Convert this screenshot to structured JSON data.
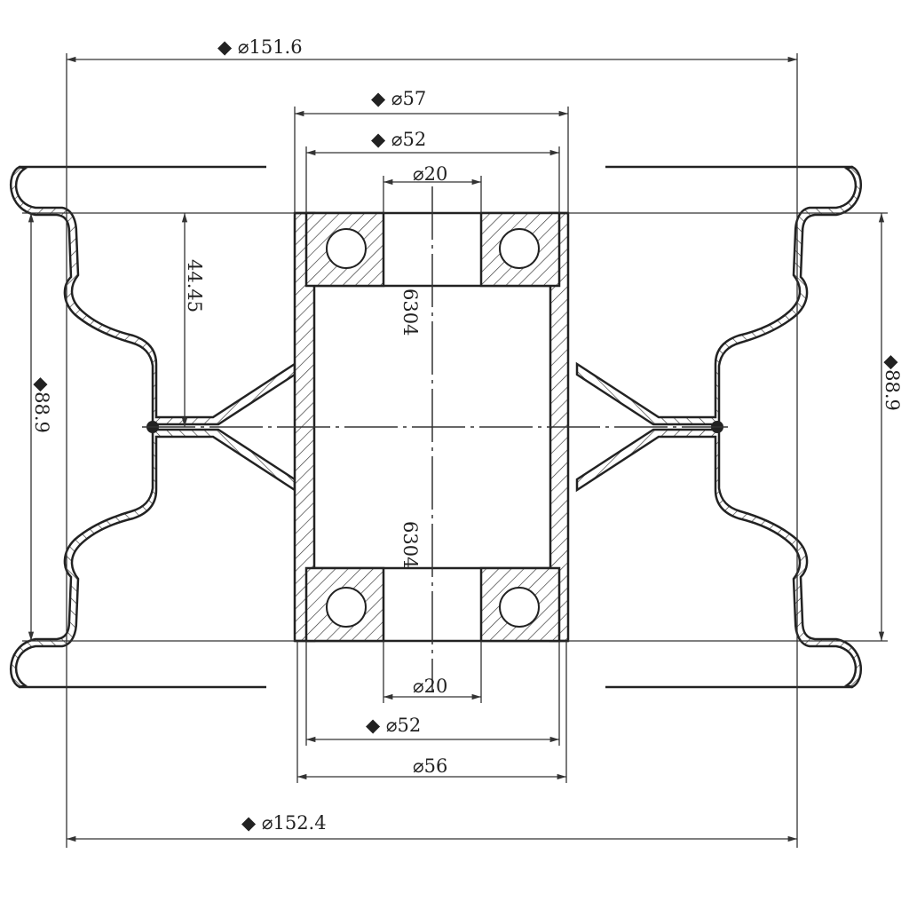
{
  "diagram": {
    "dimensions": {
      "outer_top": "◆ ⌀151.6",
      "hub_top": "◆ ⌀57",
      "bearing_top": "◆ ⌀52",
      "bore_top": "⌀20",
      "offset": "44.45",
      "width_left": "◆88.9",
      "width_right": "◆88.9",
      "bearing_label_top": "6304",
      "bearing_label_bottom": "6304",
      "bore_bottom": "⌀20",
      "bearing_bottom": "◆ ⌀52",
      "hub_bottom": "⌀56",
      "outer_bottom": "◆ ⌀152.4"
    },
    "line_color": "#222222"
  }
}
